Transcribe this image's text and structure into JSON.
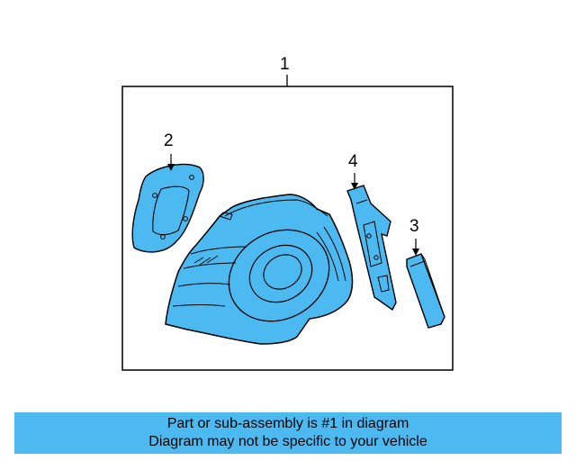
{
  "callouts": {
    "c1": "1",
    "c2": "2",
    "c3": "3",
    "c4": "4"
  },
  "banner": {
    "line1": "Part or sub-assembly is #1 in diagram",
    "line2": "Diagram may not be specific to your vehicle"
  },
  "colors": {
    "part_fill": "#4cb9f0",
    "banner_bg": "#4cb9f0",
    "line": "#000000"
  }
}
